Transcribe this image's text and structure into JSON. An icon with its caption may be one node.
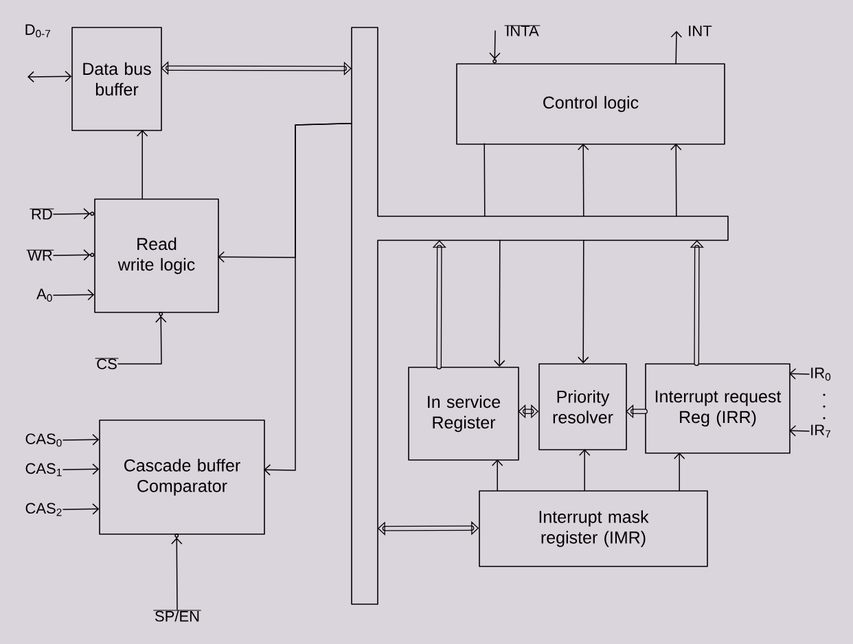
{
  "diagram": {
    "nodes": [
      {
        "text": [
          "Data bus buffer"
        ]
      },
      {
        "text": [
          "Read write logic"
        ]
      },
      {
        "text": [
          "Cascade buffer Comparator"
        ]
      },
      {
        "text": [],
        "shape": "bar"
      },
      {
        "text": [
          "Control logic"
        ]
      },
      {
        "text": [
          "In service Register"
        ]
      },
      {
        "text": [
          "Priority resolver"
        ]
      },
      {
        "text": [
          "Interrupt request Reg (IRR)"
        ]
      },
      {
        "text": [
          "Interrupt mask register (IMR)"
        ]
      },
      {
        "text": [
          "D$_{0-7}$"
        ]
      },
      {
        "text": [
          "RD"
        ]
      },
      {
        "text": [
          "WR"
        ]
      },
      {
        "text": [
          "A$_{0}$"
        ]
      },
      {
        "text": [
          "CS"
        ]
      },
      {
        "text": [
          "CAS$_{0}$"
        ]
      },
      {
        "text": [
          "CAS$_{1}$"
        ]
      },
      {
        "text": [
          "CAS$_{2}$"
        ]
      },
      {
        "text": [
          "SP/EN"
        ]
      },
      {
        "text": [
          "INTA"
        ]
      },
      {
        "text": [
          "INT"
        ]
      },
      {
        "text": [
          "IR$_{0}$"
        ]
      },
      {
        "text": [
          "IR$_{7}$"
        ]
      }
    ],
    "edges": [
      {
        "from": null,
        "to": 0,
        "arrow": "both"
      },
      {
        "from": 0,
        "to": 3,
        "arrow": "both",
        "style": "thick"
      },
      {
        "from": 1,
        "to": 0,
        "arrow": "to"
      },
      {
        "from": 10,
        "to": 1,
        "arrow": "to"
      },
      {
        "from": 11,
        "to": 1,
        "arrow": "to"
      },
      {
        "from": 12,
        "to": 1,
        "arrow": "to"
      },
      {
        "from": 13,
        "to": 1,
        "arrow": "to"
      },
      {
        "from": 3,
        "to": 1,
        "arrow": "to"
      },
      {
        "from": 3,
        "to": 2,
        "arrow": "to"
      },
      {
        "from": 14,
        "to": 2,
        "arrow": "to"
      },
      {
        "from": 15,
        "to": 2,
        "arrow": "to"
      },
      {
        "from": 16,
        "to": 2,
        "arrow": "to"
      },
      {
        "from": 17,
        "to": 2,
        "arrow": "to"
      },
      {
        "from": 18,
        "to": 4,
        "arrow": "to"
      },
      {
        "from": 4,
        "to": 19,
        "arrow": "to"
      },
      {
        "from": 3,
        "to": 4,
        "arrow": "none"
      },
      {
        "from": 3,
        "to": 4,
        "arrow": "to"
      },
      {
        "from": 3,
        "to": 4,
        "arrow": "to"
      },
      {
        "from": 5,
        "to": 3,
        "arrow": "to",
        "style": "thick"
      },
      {
        "from": 3,
        "to": 5,
        "arrow": "to"
      },
      {
        "from": 3,
        "to": 6,
        "arrow": "to"
      },
      {
        "from": 7,
        "to": 3,
        "arrow": "to",
        "style": "thick"
      },
      {
        "from": 5,
        "to": 6,
        "arrow": "both",
        "style": "thick"
      },
      {
        "from": 7,
        "to": 6,
        "arrow": "to",
        "style": "thick"
      },
      {
        "from": 20,
        "to": 7,
        "arrow": "to"
      },
      {
        "from": 21,
        "to": 7,
        "arrow": "to"
      },
      {
        "from": 8,
        "to": 5,
        "arrow": "to"
      },
      {
        "from": 8,
        "to": 6,
        "arrow": "to"
      },
      {
        "from": 8,
        "to": 7,
        "arrow": "to"
      },
      {
        "from": 3,
        "to": 8,
        "arrow": "both",
        "style": "thick"
      }
    ]
  }
}
